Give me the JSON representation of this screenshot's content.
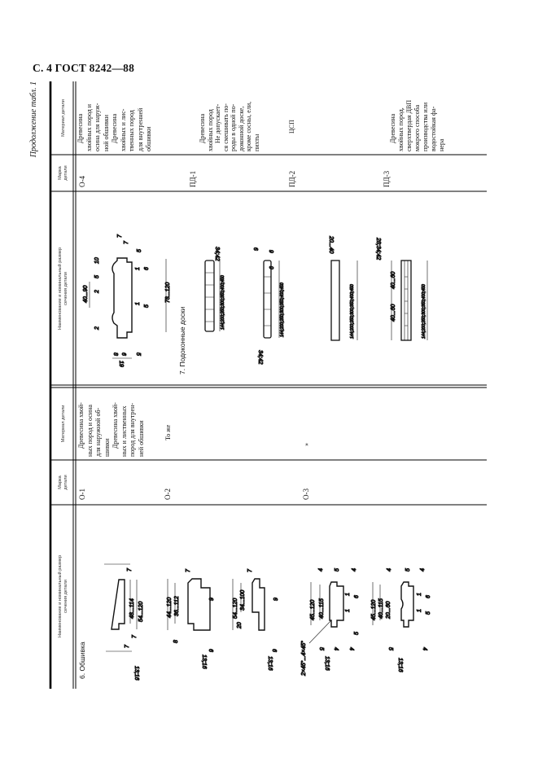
{
  "page": {
    "title": "С. 4 ГОСТ 8242—88",
    "continuation": "Продолжение табл. 1"
  },
  "headers": {
    "name_line1": "Наименование и номинальный размер",
    "name_line2": "сечения детали",
    "mark_line1": "Марка",
    "mark_line2": "детали",
    "material": "Материал детали"
  },
  "left": {
    "section": "6. Обшивка",
    "rows": [
      {
        "mark": "О-1",
        "material": [
          "Древесина хвой-",
          "ных пород и осина",
          "для наружной об-",
          "шивки",
          "Древесина хвой-",
          "ных и лиственных",
          "пород для внутрен-",
          "ней обшивки"
        ]
      },
      {
        "mark": "О-2",
        "material": "То же"
      },
      {
        "mark": "О-3",
        "material": "»"
      }
    ]
  },
  "right": {
    "section": "7. Подоконные доски",
    "rows": [
      {
        "mark": "О-4",
        "material": [
          "Древесина",
          "хвойных пород и",
          "осина для наруж-",
          "ной обшивки",
          "Древесина",
          "хвойных и лис-",
          "твенных пород",
          "для внутренней",
          "обшивки"
        ]
      },
      {
        "mark": "ПД-1",
        "material": [
          "Древесина",
          "хвойных пород",
          "Не допускает-",
          "ся смешивать по-",
          "роды в одной по-",
          "доконной доске,",
          "кроме сосны, ели,",
          "пихты"
        ]
      },
      {
        "mark": "ПД-2",
        "material": "ЦСП"
      },
      {
        "mark": "ПД-3",
        "material": [
          "Древесина",
          "хвойных пород,",
          "сверхтвердая ДВП",
          "мокрого способа",
          "производства или",
          "водостойкая фа-",
          "нера"
        ]
      }
    ]
  },
  "drawings": {
    "o1": [
      "7",
      "48...114",
      "54...120",
      "7",
      "7",
      "13;16"
    ],
    "o2a": [
      "7",
      "44...120",
      "36...112",
      "9",
      "8",
      "6",
      "13;16"
    ],
    "o2b": [
      "7",
      "54...120",
      "34...100",
      "20",
      "9",
      "6",
      "13;16"
    ],
    "o3a": [
      "4",
      "5",
      "4",
      "45...120",
      "40...115",
      "1",
      "6",
      "1",
      "5",
      "5",
      "4",
      "4",
      "2×45°...4×45°",
      "13;16"
    ],
    "o3b": [
      "4",
      "5",
      "4",
      "45...120",
      "40...115",
      "20...60",
      "1",
      "6",
      "1",
      "5",
      "5",
      "4",
      "13;16"
    ],
    "o4": [
      "7",
      "7",
      "5",
      "10",
      "5",
      "2",
      "40...90",
      "2",
      "1",
      "6",
      "1",
      "5",
      "78...120",
      "8",
      "6",
      "5",
      "19"
    ],
    "pd1a": [
      "34;42",
      "144;200;250;300;350;400;450"
    ],
    "pd1b": [
      "9",
      "6",
      "6",
      "34;42",
      "144;200;250;300;350;400;450"
    ],
    "pd2": [
      "20...40",
      "144;200;250;300;350;400;450"
    ],
    "pd3": [
      "28;34;42",
      "40...60",
      "40...60",
      "144;200;250;300;350;400;450"
    ]
  }
}
